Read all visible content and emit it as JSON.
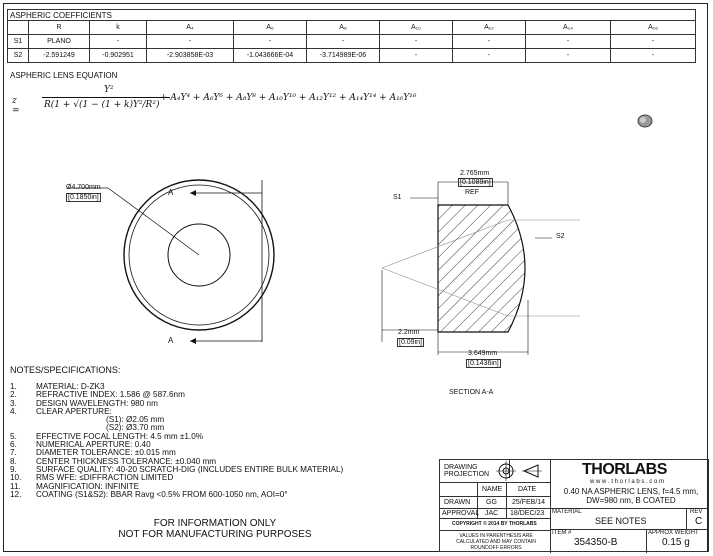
{
  "coefficients": {
    "title": "ASPHERIC COEFFICIENTS",
    "headers": [
      "",
      "R",
      "k",
      "A₄",
      "A₆",
      "A₈",
      "A₁₀",
      "A₁₂",
      "A₁₄",
      "A₁₆"
    ],
    "rows": [
      [
        "S1",
        "PLANO",
        "-",
        "-",
        "-",
        "-",
        "-",
        "-",
        "-",
        "-"
      ],
      [
        "S2",
        "-2.591249",
        "-0.902951",
        "-2.903858E-03",
        "-1.043666E-04",
        "-3.714989E-06",
        "-",
        "-",
        "-",
        "-"
      ]
    ]
  },
  "equation": {
    "label": "ASPHERIC LENS EQUATION",
    "lhs": "z =",
    "numerator": "Y²",
    "denominator": "R(1 + √(1 − (1 + k)Y²/R²)",
    "terms": "+ A₄Y⁴ + A₆Y⁶ + A₈Y⁸ + A₁₀Y¹⁰ + A₁₂Y¹² + A₁₄Y¹⁴ + A₁₆Y¹⁶"
  },
  "drawing": {
    "front": {
      "dia_mm": "Ø4.700mm",
      "dia_in": "[0.1850in]",
      "section_mark": "A"
    },
    "section": {
      "top_mm": "2.765mm",
      "top_in": "[0.1089in]",
      "top_ref": "REF",
      "s1": "S1",
      "s2": "S2",
      "edge_mm": "2.2mm",
      "edge_in": "[0.09in]",
      "ct_mm": "3.649mm",
      "ct_in": "[0.1436in]",
      "caption": "SECTION A-A"
    }
  },
  "notes": {
    "title": "NOTES/SPECIFICATIONS:",
    "items": [
      {
        "n": "1.",
        "t": "MATERIAL: D-ZK3"
      },
      {
        "n": "2.",
        "t": "REFRACTIVE INDEX: 1.586 @ 587.6nm"
      },
      {
        "n": "3.",
        "t": "DESIGN WAVELENGTH: 980 nm"
      },
      {
        "n": "4.",
        "t": "CLEAR APERTURE:"
      },
      {
        "n": "",
        "t": "(S1): Ø2.05 mm"
      },
      {
        "n": "",
        "t": "(S2): Ø3.70 mm"
      },
      {
        "n": "5.",
        "t": "EFFECTIVE FOCAL LENGTH: 4.5 mm ±1.0%"
      },
      {
        "n": "6.",
        "t": "NUMERICAL APERTURE: 0.40"
      },
      {
        "n": "7.",
        "t": "DIAMETER TOLERANCE: ±0.015 mm"
      },
      {
        "n": "8.",
        "t": "CENTER THICKNESS TOLERANCE: ±0.040 mm"
      },
      {
        "n": "9.",
        "t": "SURFACE QUALITY: 40-20 SCRATCH-DIG (INCLUDES ENTIRE BULK MATERIAL)"
      },
      {
        "n": "10.",
        "t": "RMS WFE: ≤DIFFRACTION LIMITED"
      },
      {
        "n": "11.",
        "t": "MAGNIFICATION: INFINITE"
      },
      {
        "n": "12.",
        "t": "COATING (S1&S2): BBAR Ravg <0.5% FROM 600-1050 nm, AOI=0°"
      }
    ]
  },
  "info": {
    "line1": "FOR INFORMATION ONLY",
    "line2": "NOT FOR MANUFACTURING PURPOSES"
  },
  "titleblock": {
    "projection": "DRAWING PROJECTION",
    "name_hdr": "NAME",
    "date_hdr": "DATE",
    "drawn": "DRAWN",
    "drawn_name": "GG",
    "drawn_date": "25/FEB/14",
    "approval": "APPROVAL",
    "approval_name": "JAC",
    "approval_date": "18/DEC/23",
    "copyright": "COPYRIGHT © 2014 BY THORLABS",
    "rounding": "VALUES IN PARENTHESIS ARE CALCULATED AND MAY CONTAIN ROUNDOFF ERRORS",
    "logo": "THORLABS",
    "web": "w w w . t h o r l a b s . c o m",
    "desc1": "0.40 NA ASPHERIC LENS, f=4.5 mm,",
    "desc2": "DW=980 nm, B COATED",
    "material_lbl": "MATERIAL",
    "material_val": "SEE NOTES",
    "rev_lbl": "REV",
    "rev_val": "C",
    "item_lbl": "ITEM #",
    "item_val": "354350-B",
    "weight_lbl": "APPROX WEIGHT",
    "weight_val": "0.15 g"
  }
}
